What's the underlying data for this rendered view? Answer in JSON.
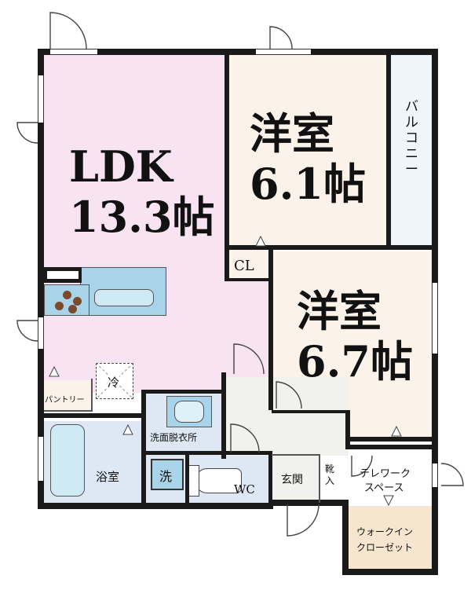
{
  "rooms": {
    "ldk": {
      "name": "LDK",
      "size": "13.3帖"
    },
    "west1": {
      "name": "洋室",
      "size": "6.1帖"
    },
    "west2": {
      "name": "洋室",
      "size": "6.7帖"
    },
    "balcony": "バルコニー",
    "closet": "CL",
    "pantry": "パントリー",
    "fridge": "冷",
    "bath": "浴室",
    "washroom": "洗面脱衣所",
    "washer": "洗",
    "toilet": "WC",
    "entrance": "玄関",
    "shoebox": "靴入",
    "telework": "テレワークスペース",
    "telework_line1": "テレワーク",
    "telework_line2": "スペース",
    "walkin_line1": "ウォークイン",
    "walkin_line2": "クローゼット"
  },
  "colors": {
    "ldk": "#f7e3f1",
    "west": "#fbf3ea",
    "balcony": "#eef6fb",
    "wet": "#dde8f4",
    "corridor": "#f1f1ee",
    "walkin": "#f6e6cf",
    "kitchen": "#a9d3e8"
  }
}
